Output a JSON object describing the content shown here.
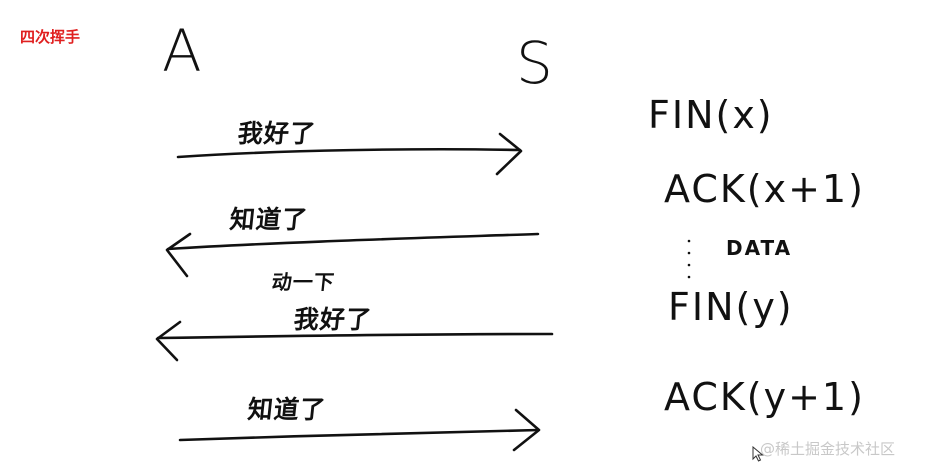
{
  "caption": "四次挥手",
  "endpoints": {
    "left": "A",
    "right": "S"
  },
  "messages": {
    "step1": "我好了",
    "step2": "知道了",
    "step3_note": "动一下",
    "step3": "我好了",
    "step4": "知道了"
  },
  "segments": {
    "fin1": "FIN(x)",
    "ack1": "ACK(x+1)",
    "data": "DATA",
    "fin2": "FIN(y)",
    "ack2": "ACK(y+1)"
  },
  "watermark": "@稀土掘金技术社区",
  "colors": {
    "caption": "#e02020",
    "ink": "#111111",
    "watermark": "#c8c8c8"
  }
}
